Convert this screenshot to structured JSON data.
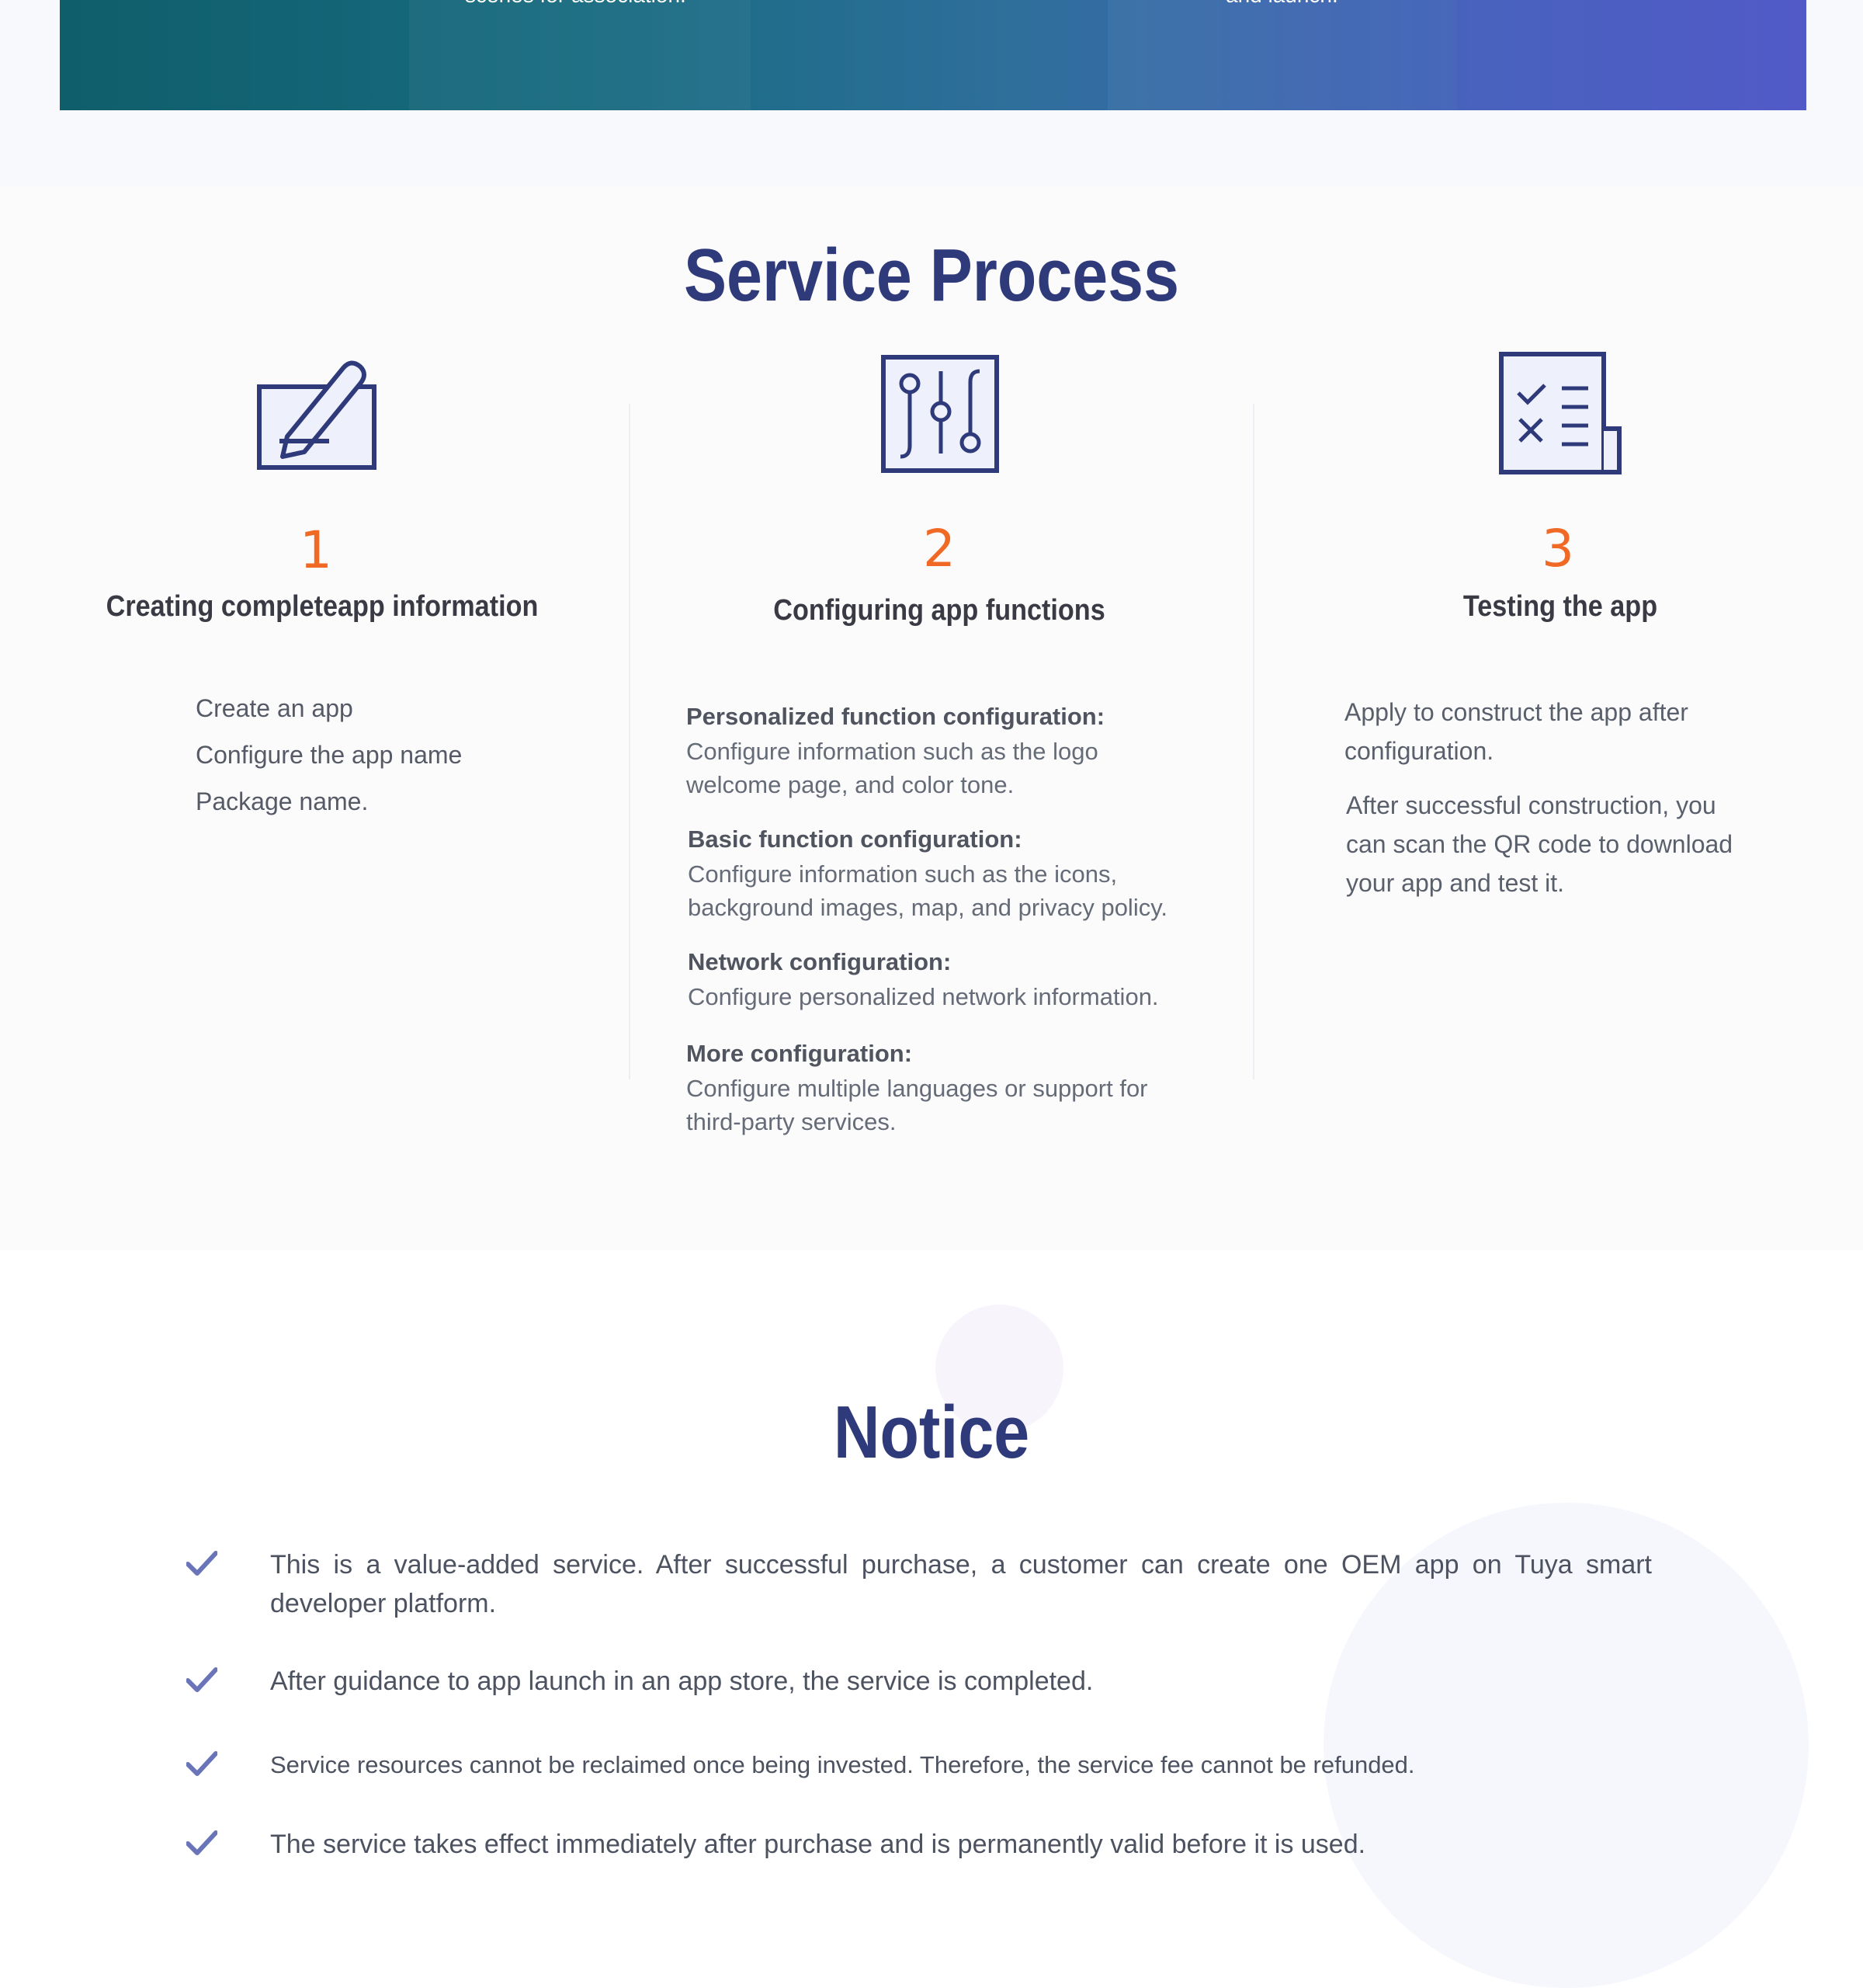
{
  "banner": {
    "text_left": "scenes for association.",
    "text_right": "and launch."
  },
  "process": {
    "title": "Service Process",
    "steps": [
      {
        "icon": "edit-icon",
        "number": "1",
        "title": "Creating completeapp information",
        "items": [
          "Create an app",
          "Configure the app name",
          "Package name."
        ]
      },
      {
        "icon": "sliders-icon",
        "number": "2",
        "title": "Configuring app functions",
        "configs": [
          {
            "heading": "Personalized function configuration:",
            "line1": "Configure information such as the logo",
            "line2": "welcome page, and color tone."
          },
          {
            "heading": "Basic function configuration:",
            "line1": "Configure information such as the icons,",
            "line2": "background images, map, and privacy policy."
          },
          {
            "heading": "Network configuration:",
            "line1": "Configure personalized network information.",
            "line2": ""
          },
          {
            "heading": "More configuration:",
            "line1": "Configure multiple languages or support for",
            "line2": "third-party services."
          }
        ]
      },
      {
        "icon": "checklist-icon",
        "number": "3",
        "title": "Testing the app",
        "p1_l1": "Apply to construct the app after",
        "p1_l2": "configuration.",
        "p2_l1": "After successful construction, you",
        "p2_l2": "can scan the QR code to download",
        "p2_l3": "your app and test it."
      }
    ]
  },
  "notice": {
    "title": "Notice",
    "items": [
      "This is a value-added service. After successful purchase, a customer can create one OEM app on Tuya smart developer platform.",
      "After guidance to app launch in an app store, the service is completed.",
      "Service resources cannot be reclaimed once being invested. Therefore, the service fee cannot be refunded.",
      "The service takes effect immediately after purchase and is permanently valid before it is used."
    ]
  },
  "colors": {
    "title": "#2f3a7a",
    "accent": "#f06a26",
    "icon_stroke": "#2f3a7a",
    "check": "#6a74b8"
  }
}
